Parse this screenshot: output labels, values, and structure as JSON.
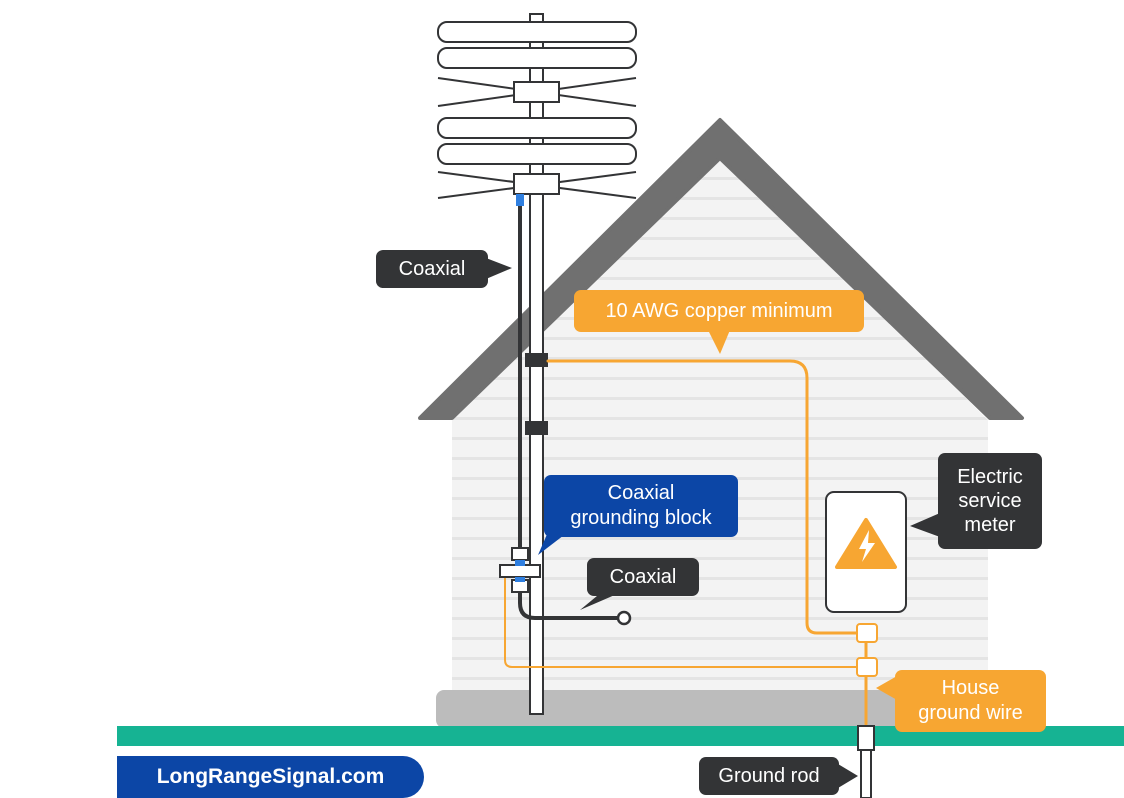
{
  "labels": {
    "coaxial_top": "Coaxial",
    "copper_wire": "10 AWG copper minimum",
    "grounding_block": "Coaxial\ngrounding block",
    "coaxial_bottom": "Coaxial",
    "meter": "Electric\nservice\nmeter",
    "house_ground_wire": "House\nground wire",
    "ground_rod": "Ground rod"
  },
  "brand": {
    "site": "LongRangeSignal.com"
  },
  "icons": {
    "antenna": "antenna-icon",
    "meter_warning": "lightning-warning-icon"
  },
  "colors": {
    "ground_wire": "#f7a632",
    "coax_cable": "#333436",
    "grounding_block": "#0c46a6",
    "ground_line": "#16b393",
    "roof": "#707070"
  }
}
